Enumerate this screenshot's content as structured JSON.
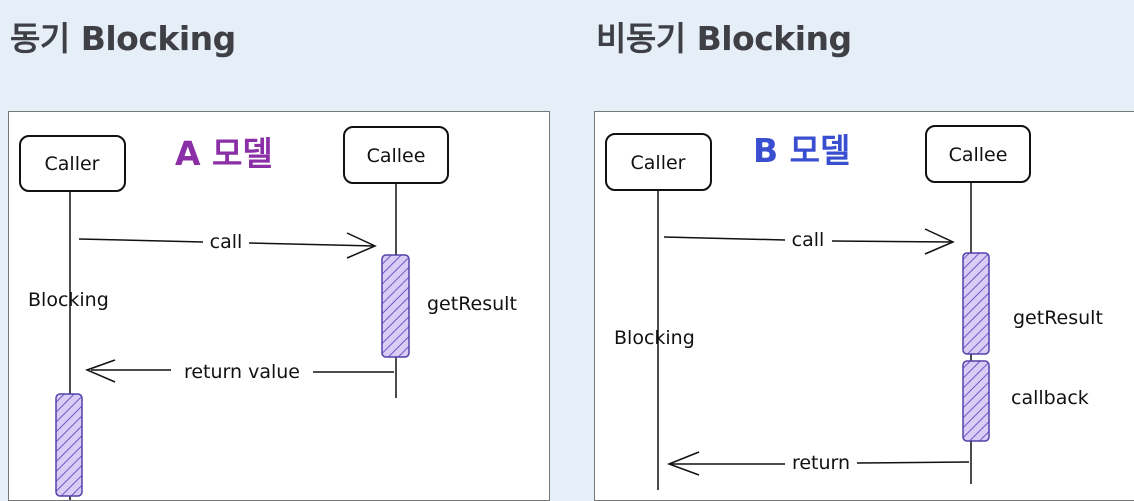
{
  "headings": {
    "left": "동기 Blocking",
    "right": "비동기 Blocking"
  },
  "diagram_a": {
    "model_title": "A 모델",
    "caller": "Caller",
    "callee": "Callee",
    "call_label": "call",
    "blocking_label": "Blocking",
    "work_label": "getResult",
    "return_label": "return value",
    "title_color": "#8b2fa6"
  },
  "diagram_b": {
    "model_title": "B 모델",
    "caller": "Caller",
    "callee": "Callee",
    "call_label": "call",
    "blocking_label": "Blocking",
    "work_label": "getResult",
    "callback_label": "callback",
    "return_label": "return",
    "title_color": "#3a4fd0"
  },
  "colors": {
    "background": "#e6eef8",
    "activation_fill": "#c8b8f0",
    "activation_hatch": "#6f55c9"
  }
}
